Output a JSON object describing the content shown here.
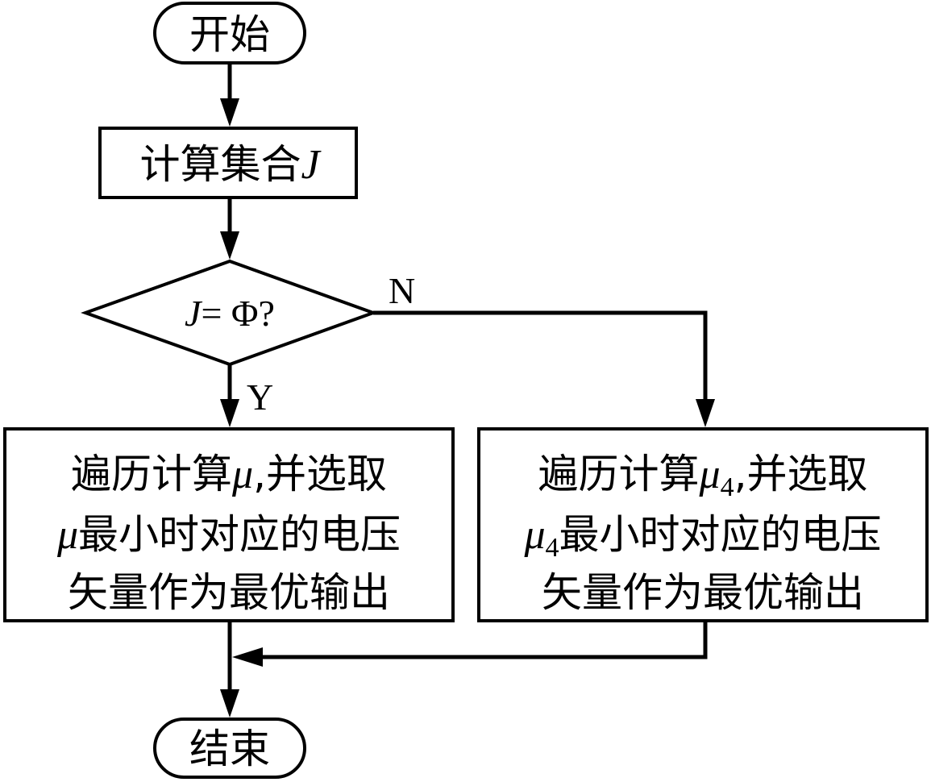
{
  "start": {
    "label": "开始"
  },
  "compute_set": {
    "text": "计算集合",
    "symbol": "J"
  },
  "decision": {
    "symbol": "J",
    "text": "= Φ?"
  },
  "branch_yes": {
    "label": "Y"
  },
  "branch_no": {
    "label": "N"
  },
  "left_box": {
    "line1_prefix": "遍历计算",
    "line1_symbol": "μ",
    "line1_suffix": ",并选取",
    "line2_symbol": "μ",
    "line2_suffix": "最小时对应的电压",
    "line3": "矢量作为最优输出"
  },
  "right_box": {
    "line1_prefix": "遍历计算",
    "line1_symbol": "μ",
    "line1_subscript": "4",
    "line1_suffix": ",并选取",
    "line2_symbol": "μ",
    "line2_subscript": "4",
    "line2_suffix": "最小时对应的电压",
    "line3": "矢量作为最优输出"
  },
  "end": {
    "label": "结束"
  }
}
